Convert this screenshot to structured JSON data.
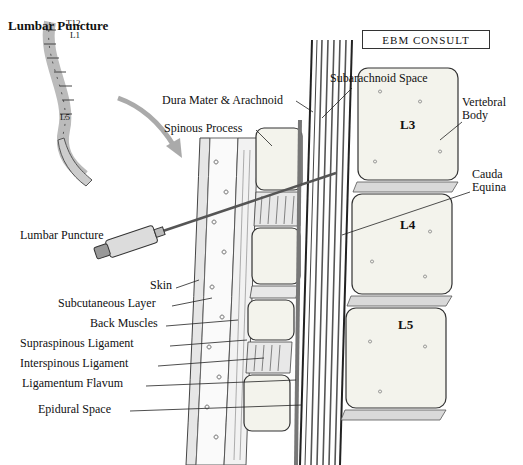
{
  "diagram": {
    "title": "Lumbar Puncture",
    "nodes": [
      {
        "text": [
          "EBM CONSULT"
        ]
      }
    ],
    "labels": [
      "T12",
      "L1",
      "L5",
      "Subarachnoid Space",
      "Dura Mater & Arachnoid",
      "Spinous Process",
      "Vertebral Body",
      "L3",
      "Cauda Equina",
      "L4",
      "Lumbar Puncture",
      "Skin",
      "L5",
      "Subcutaneous Layer",
      "Back Muscles",
      "Supraspinous Ligament",
      "Interspinous Ligament",
      "Ligamentum Flavum",
      "Epidural Space"
    ]
  }
}
